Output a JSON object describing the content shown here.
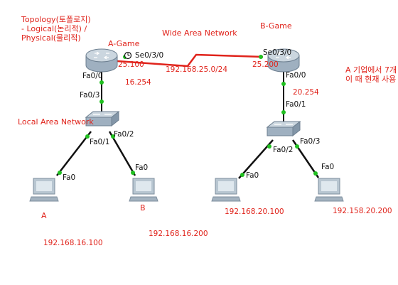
{
  "colors": {
    "annotation": "#e0231b",
    "link": "#111111",
    "wan_link": "#e0231b",
    "link_light": "#20c020",
    "device_fill": "#c6d2dc",
    "pc_screen": "#dfe8ee"
  },
  "labels": {
    "topology_line1": "Topology(토폴로지)",
    "topology_line2": " - Logical(논리적) /",
    "topology_line3": "Physical(물리적)",
    "wan": "Wide Area Network",
    "lan": "Local Area Network",
    "korean_note_line1": "A 기업에서 7개",
    "korean_note_line2": "이 때 현재 사용"
  },
  "devices": {
    "router_a": {
      "name": "A-Game",
      "icon": "router-icon"
    },
    "router_b": {
      "name": "B-Game",
      "icon": "router-icon"
    },
    "switch_a": {
      "icon": "switch-icon"
    },
    "switch_b": {
      "icon": "switch-icon"
    },
    "pc_a": {
      "name": "A",
      "icon": "pc-icon"
    },
    "pc_b": {
      "name": "B",
      "icon": "pc-icon"
    },
    "pc_c": {
      "icon": "pc-icon"
    },
    "pc_d": {
      "icon": "pc-icon"
    }
  },
  "ports": {
    "ra_serial": "Se0/3/0",
    "ra_fa": "Fa0/0",
    "sa_up": "Fa0/3",
    "sa_p1": "Fa0/1",
    "sa_p2": "Fa0/2",
    "pca_fa": "Fa0",
    "pcb_fa": "Fa0",
    "rb_serial": "Se0/3/0",
    "rb_fa": "Fa0/0",
    "sb_up": "Fa0/1",
    "sb_p2": "Fa0/2",
    "sb_p3": "Fa0/3",
    "pcc_fa": "Fa0",
    "pcd_fa": "Fa0"
  },
  "addresses": {
    "ra_serial_ip": "25.100",
    "wan_net": "192.168.25.0/24",
    "rb_serial_ip": "25.200",
    "ra_fa_ip": "16.254",
    "rb_fa_ip": "20.254",
    "pc_a_ip": "192.168.16.100",
    "pc_b_ip": "192.168.16.200",
    "pc_c_ip": "192.168.20.100",
    "pc_d_ip": "192.158.20.200"
  }
}
